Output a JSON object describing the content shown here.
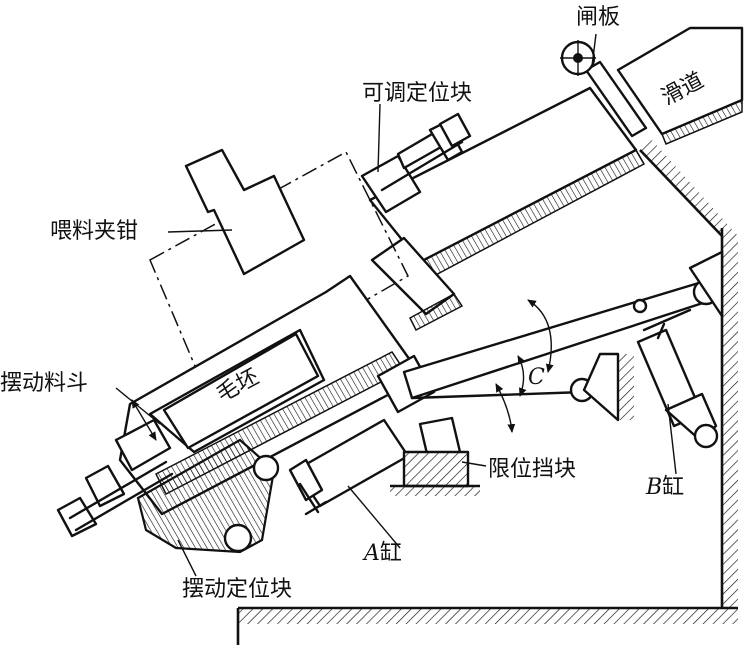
{
  "labels": {
    "gate": "闸板",
    "chute": "滑道",
    "adjustable_block": "可调定位块",
    "feed_tongs": "喂料夹钳",
    "blank": "毛坯",
    "swing_hopper": "摆动料斗",
    "swing_block": "摆动定位块",
    "cyl_a_letter": "A",
    "cyl_a_suffix": "缸",
    "limit_block": "限位挡块",
    "cyl_b_letter": "B",
    "cyl_b_suffix": "缸",
    "angle_c": "C"
  }
}
